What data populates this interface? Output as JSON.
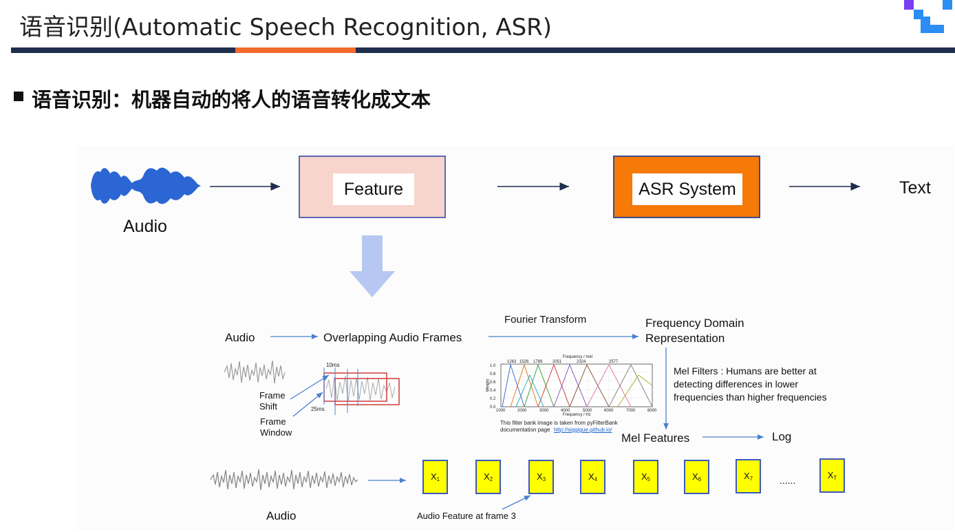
{
  "header": {
    "title": "语音识别(Automatic Speech Recognition, ASR)"
  },
  "bullet": {
    "text": "语音识别：机器自动的将人的语音转化成文本"
  },
  "pipeline": {
    "audio_label": "Audio",
    "feature_label": "Feature",
    "asr_label": "ASR System",
    "text_label": "Text"
  },
  "feature_detail": {
    "audio_label": "Audio",
    "overlapping_label": "Overlapping Audio Frames",
    "fourier_label": "Fourier Transform",
    "freq_domain_line1": "Frequency Domain",
    "freq_domain_line2": "Representation",
    "frame_shift_line1": "Frame",
    "frame_shift_line2": "Shift",
    "frame_window_line1": "Frame",
    "frame_window_line2": "Window",
    "shift_ms": "10ms",
    "window_ms": "25ms",
    "mel_note_line1": "Mel Filters : Humans are better at",
    "mel_note_line2": "detecting differences in lower",
    "mel_note_line3": "frequencies than higher frequencies",
    "mel_features_label": "Mel Features",
    "log_label": "Log",
    "filterbank_caption_line1": "This filter bank image is taken from pyFilterBank",
    "filterbank_caption_line2": "documentation page",
    "filterbank_link": "http://siggigue.github.io/",
    "filterbank_chart": {
      "title": "Frequency / mel",
      "xlabel": "Frequency / Hz",
      "ylabel": "Weight",
      "mel_ticks": [
        "1263",
        "1526",
        "1789",
        "2051",
        "2324",
        "2577"
      ],
      "hz_ticks": [
        "1000",
        "2000",
        "3000",
        "4000",
        "5000",
        "6000",
        "7000",
        "8000"
      ],
      "y_ticks": [
        "1.0",
        "0.8",
        "0.6",
        "0.4",
        "0.2",
        "0.0"
      ]
    }
  },
  "frames": {
    "audio_label": "Audio",
    "ellipsis": "......",
    "feature_caption": "Audio Feature at frame 3",
    "items": [
      {
        "base": "X",
        "sub": "1"
      },
      {
        "base": "X",
        "sub": "2"
      },
      {
        "base": "X",
        "sub": "3"
      },
      {
        "base": "X",
        "sub": "4"
      },
      {
        "base": "X",
        "sub": "5"
      },
      {
        "base": "X",
        "sub": "6"
      },
      {
        "base": "X",
        "sub": "7"
      },
      {
        "base": "X",
        "sub": "T"
      }
    ]
  },
  "colors": {
    "header_bar": "#1f2d4e",
    "header_accent": "#f26a2c",
    "feature_box": "#f7d4cc",
    "asr_box": "#f57a07",
    "frame_box": "#ffff00",
    "waveform_blue": "#2b66d4",
    "down_arrow": "#b6c8f2",
    "detail_arrow": "#4a7fd0"
  }
}
